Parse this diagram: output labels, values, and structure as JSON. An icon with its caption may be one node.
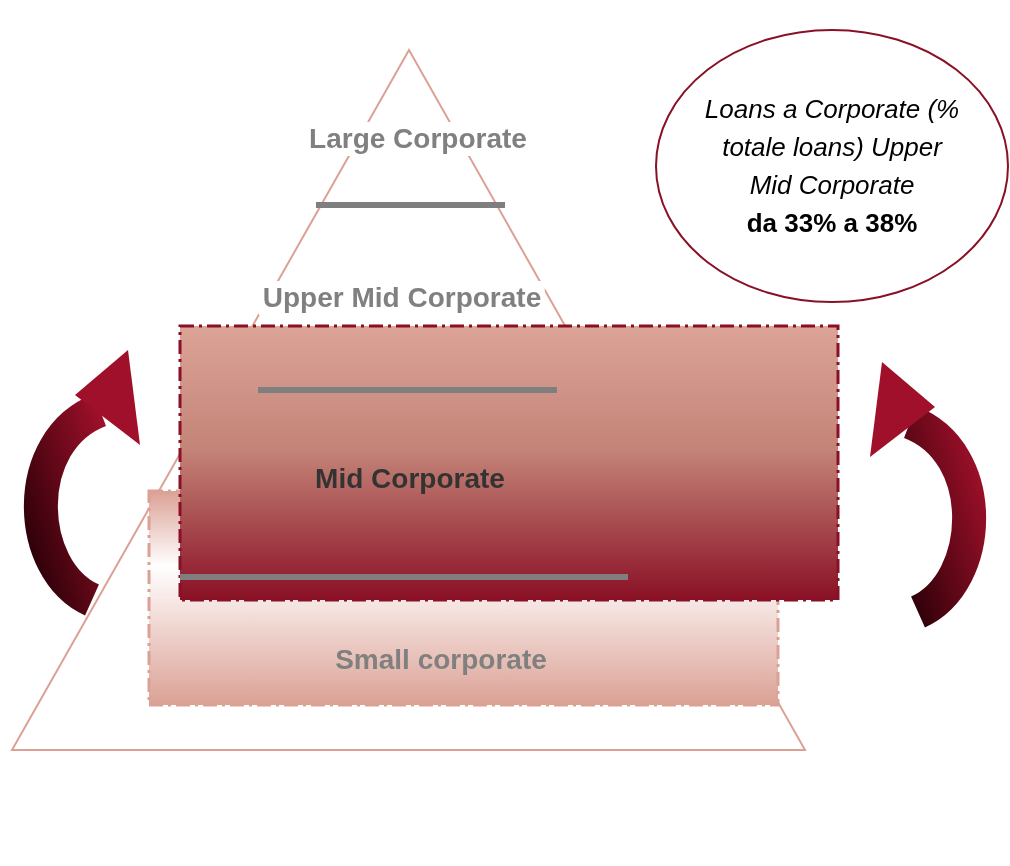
{
  "diagram": {
    "nodes": [
      {
        "text": [
          "Loans a Corporate (% totale loans) Upper Mid Corporate",
          "da 33% a 38%"
        ]
      }
    ],
    "labels": [
      "Large Corporate",
      "Upper Mid Corporate",
      "Mid Corporate",
      "Small corporate"
    ]
  }
}
